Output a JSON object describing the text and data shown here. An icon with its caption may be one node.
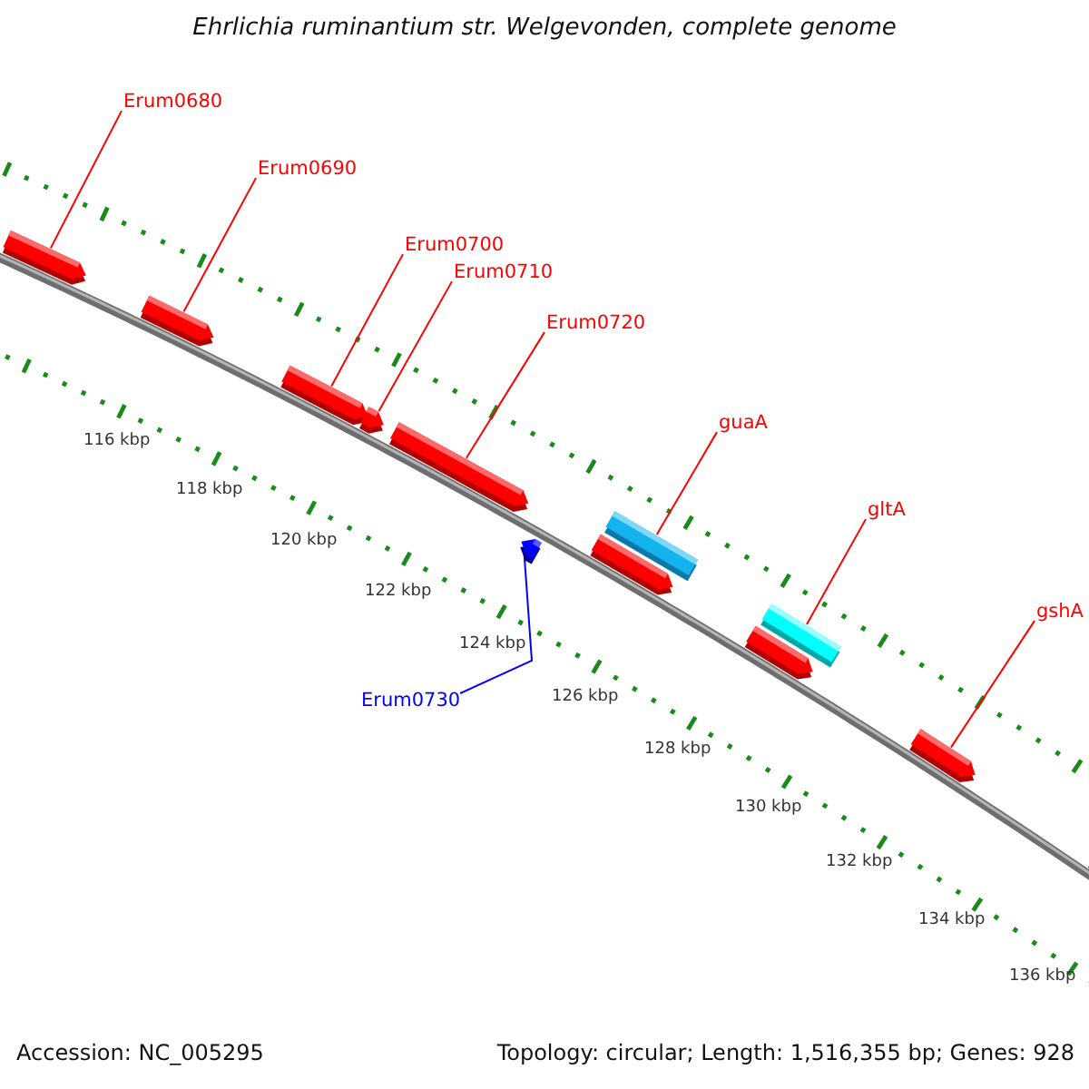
{
  "diagram": {
    "title": "Ehrlichia ruminantium str. Welgevonden, complete genome",
    "nodes": [
      {
        "text": [
          "Erum0680"
        ]
      },
      {
        "text": [
          "Erum0690"
        ]
      },
      {
        "text": [
          "Erum0700"
        ]
      },
      {
        "text": [
          "Erum0710"
        ]
      },
      {
        "text": [
          "Erum0720"
        ]
      },
      {
        "text": [
          "guaA"
        ]
      },
      {
        "text": [
          "gltA"
        ]
      },
      {
        "text": [
          "gshA"
        ]
      },
      {
        "text": [
          "Erum0730"
        ]
      },
      {
        "text": [],
        "shape": "bar"
      },
      {
        "text": [],
        "shape": "bar"
      },
      {
        "text": [],
        "shape": "bar"
      },
      {
        "text": [],
        "shape": "bar"
      },
      {
        "text": [],
        "shape": "bar"
      },
      {
        "text": [],
        "shape": "bar"
      },
      {
        "text": [],
        "shape": "bar"
      },
      {
        "text": [],
        "shape": "bar"
      },
      {
        "text": [],
        "shape": "bar"
      },
      {
        "text": [],
        "shape": "bar"
      },
      {
        "text": [],
        "shape": "bar"
      },
      {
        "text": [],
        "shape": "bar"
      }
    ],
    "edges": [
      {
        "from": 0,
        "to": 9,
        "arrow": "none"
      },
      {
        "from": 1,
        "to": 10,
        "arrow": "none"
      },
      {
        "from": 2,
        "to": 11,
        "arrow": "none"
      },
      {
        "from": 3,
        "to": 12,
        "arrow": "none"
      },
      {
        "from": 4,
        "to": 13,
        "arrow": "none"
      },
      {
        "from": 5,
        "to": 16,
        "arrow": "none"
      },
      {
        "from": 6,
        "to": 18,
        "arrow": "none"
      },
      {
        "from": 7,
        "to": 19,
        "arrow": "none"
      },
      {
        "from": 8,
        "to": 14,
        "arrow": "none",
        "color": "#0000ff"
      }
    ],
    "labels": [
      "116 kbp",
      "118 kbp",
      "120 kbp",
      "122 kbp",
      "124 kbp",
      "126 kbp",
      "128 kbp",
      "130 kbp",
      "132 kbp",
      "134 kbp",
      "136 kbp",
      "Accession: NC_005295",
      "Topology: circular; Length: 1,516,355 bp; Genes: 928"
    ]
  }
}
